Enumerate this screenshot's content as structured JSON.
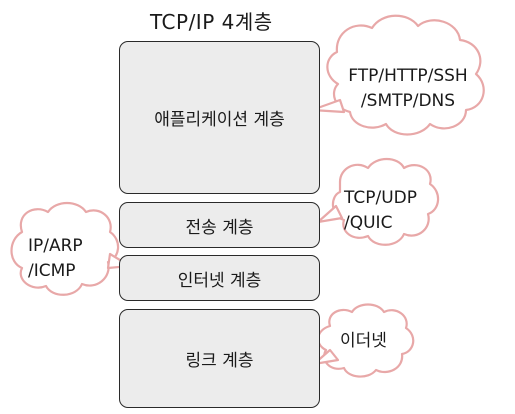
{
  "title": "TCP/IP 4계층",
  "layers": {
    "application": "애플리케이션 계층",
    "transport": "전송 계층",
    "internet": "인터넷 계층",
    "link": "링크 계층"
  },
  "clouds": {
    "application": [
      "FTP/HTTP/SSH",
      "/SMTP/DNS"
    ],
    "transport": [
      "TCP/UDP",
      "/QUIC"
    ],
    "internet": [
      "IP/ARP",
      "/ICMP"
    ],
    "link": [
      "이더넷"
    ]
  },
  "colors": {
    "layer_fill": "#ececec",
    "layer_border": "#2a2a2a",
    "cloud_border": "#e8a8a8",
    "cloud_fill": "#ffffff"
  }
}
